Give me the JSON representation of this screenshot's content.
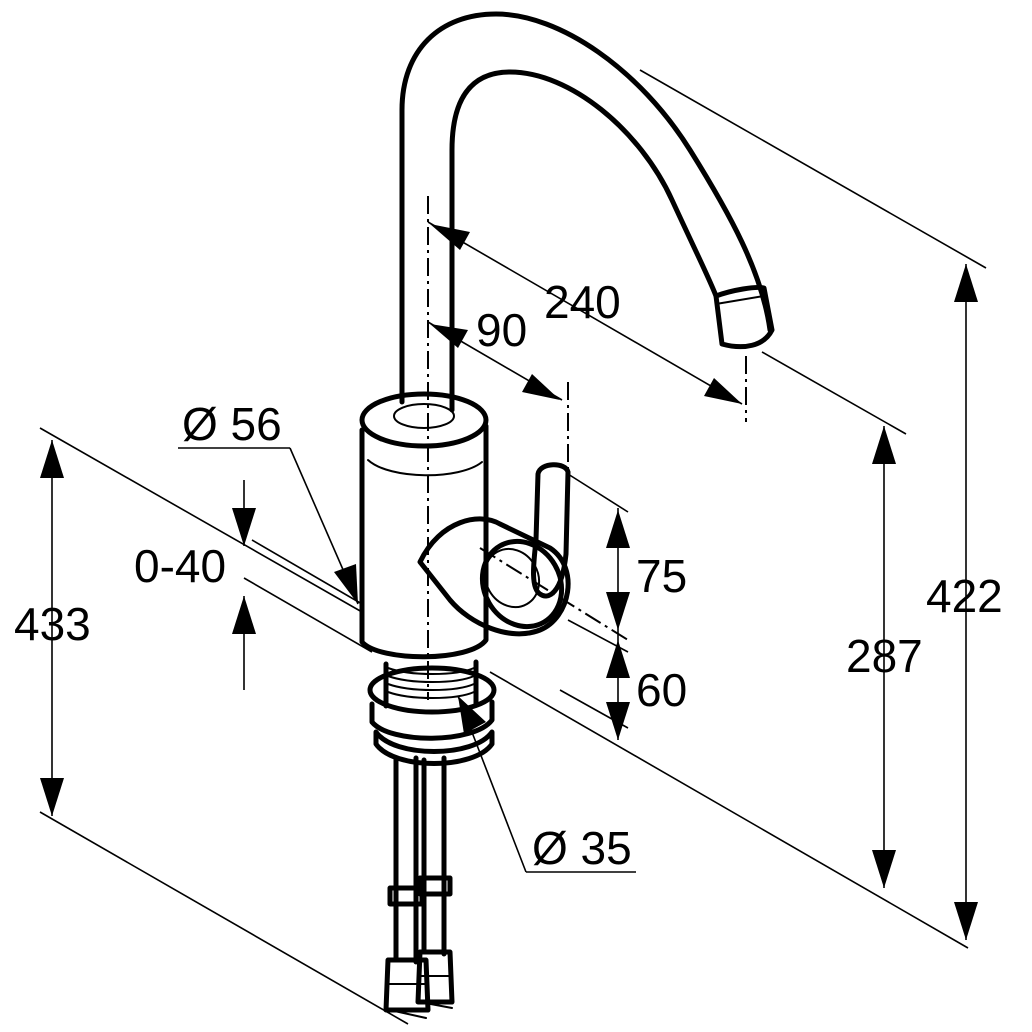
{
  "dimensions": {
    "spout_reach": "240",
    "handle_offset": "90",
    "body_diameter": "Ø 56",
    "deck_thickness": "0-40",
    "total_below": "433",
    "handle_height": "75",
    "handle_base": "60",
    "hole_diameter": "Ø 35",
    "outlet_height": "287",
    "total_height": "422"
  }
}
